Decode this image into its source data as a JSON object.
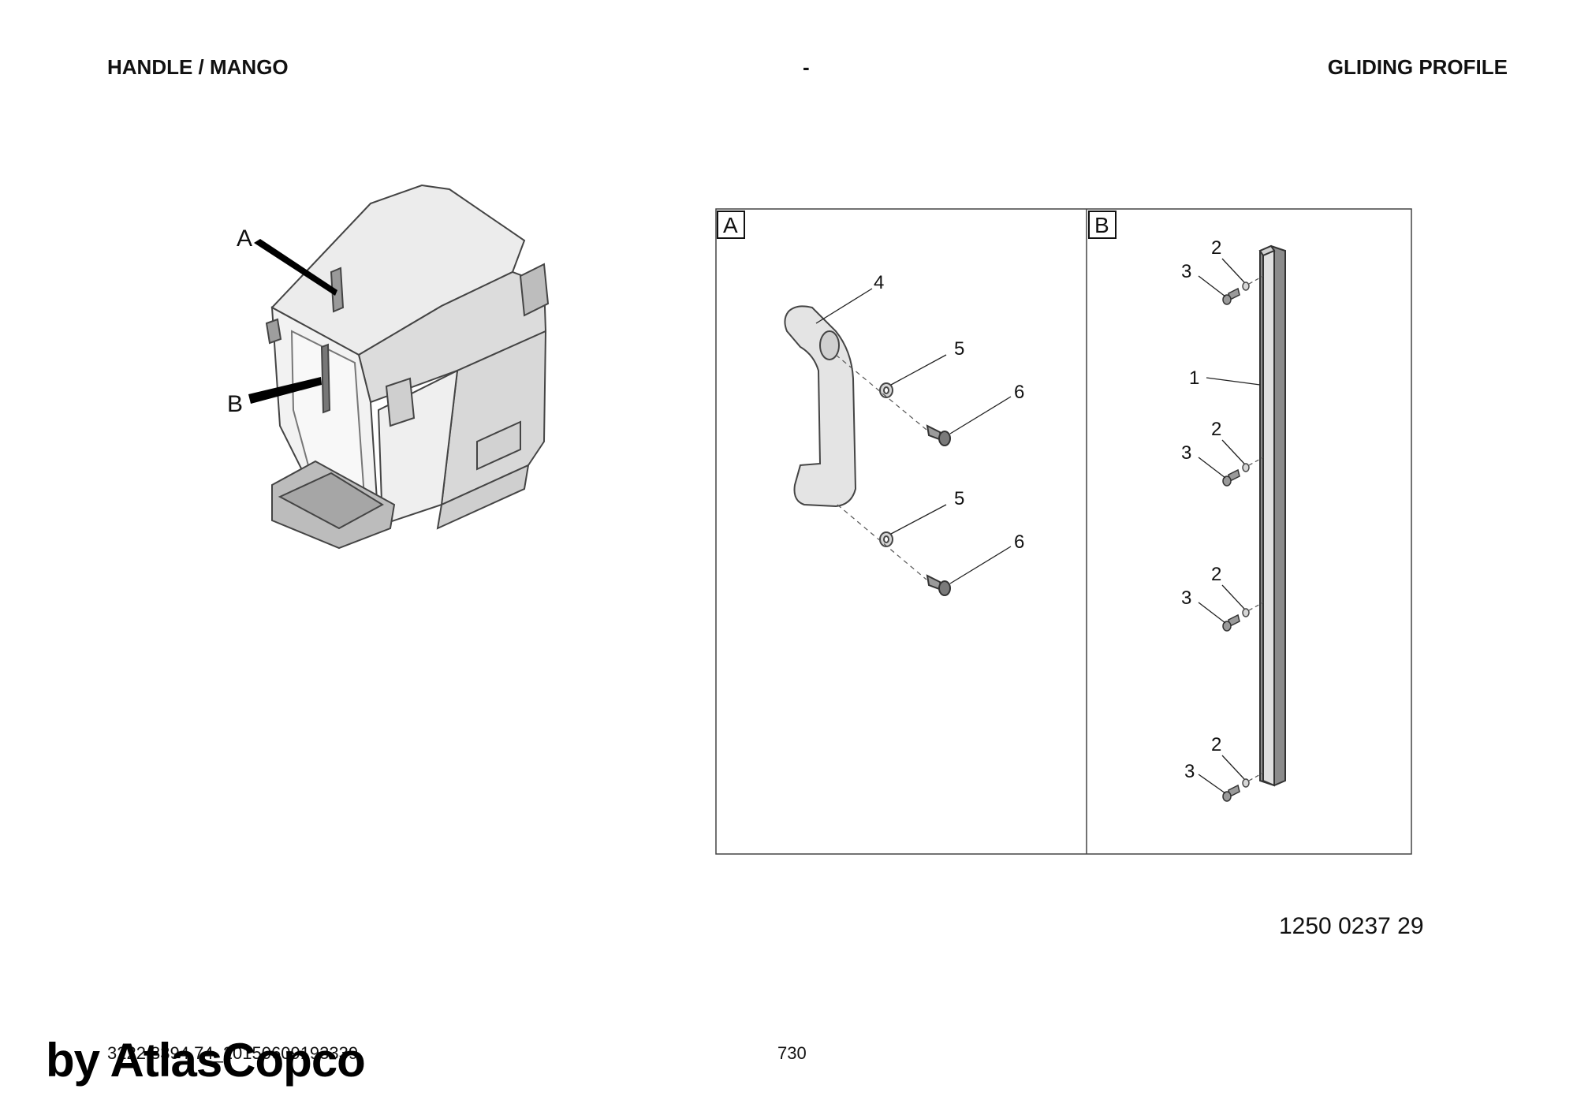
{
  "header": {
    "left_title": "HANDLE / MANGO",
    "center": "-",
    "right_title": "GLIDING PROFILE"
  },
  "overview": {
    "label_a": "A",
    "label_b": "B"
  },
  "panel_a": {
    "label": "A",
    "callouts": [
      "4",
      "5",
      "6",
      "5",
      "6"
    ]
  },
  "panel_b": {
    "label": "B",
    "callouts": [
      "2",
      "3",
      "1",
      "2",
      "3",
      "2",
      "3",
      "2",
      "3"
    ]
  },
  "footer": {
    "part_number": "1250 0237 29",
    "doc_id": "3222 3394 74_20150609193339",
    "page": "730",
    "watermark": "by AtlasCopco"
  },
  "colors": {
    "line": "#333333",
    "fill_light": "#e6e6e6",
    "fill_mid": "#c8c8c8",
    "fill_dark": "#8a8a8a"
  }
}
